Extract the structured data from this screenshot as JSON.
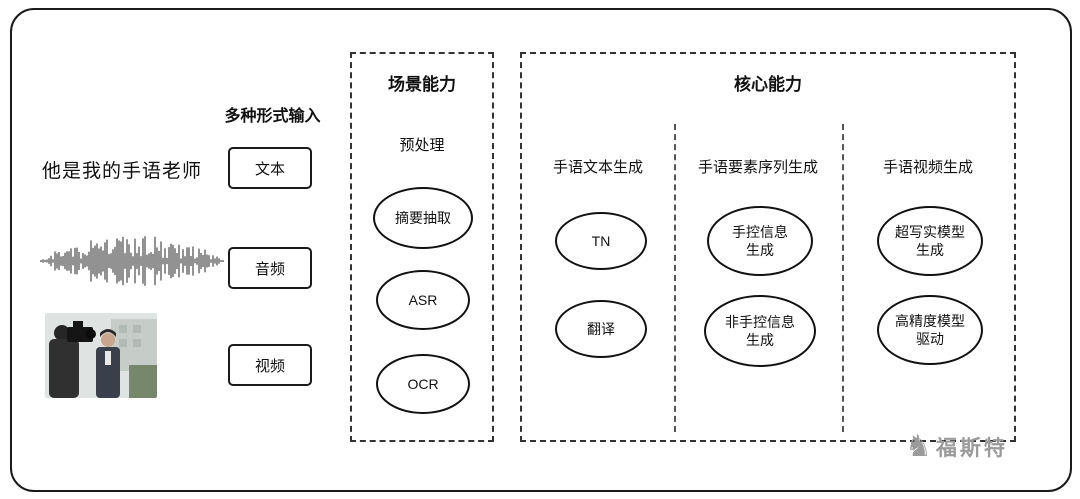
{
  "input_section": {
    "title": "多种形式输入",
    "text_example": "他是我的手语老师",
    "labels": {
      "text": "文本",
      "audio": "音频",
      "video": "视频"
    }
  },
  "scene_panel": {
    "title": "场景能力",
    "subtitle": "预处理",
    "nodes": [
      "摘要抽取",
      "ASR",
      "OCR"
    ]
  },
  "core_panel": {
    "title": "核心能力",
    "columns": [
      {
        "title": "手语文本生成",
        "nodes": [
          "TN",
          "翻译"
        ]
      },
      {
        "title": "手语要素序列生成",
        "nodes": [
          "手控信息\n生成",
          "非手控信息\n生成"
        ]
      },
      {
        "title": "手语视频生成",
        "nodes": [
          "超写实模型\n生成",
          "高精度模型\n驱动"
        ]
      }
    ]
  },
  "watermark": {
    "text": "福斯特",
    "icon": "knight-chess-piece"
  },
  "colors": {
    "line": "#1a1a1a",
    "watermark": "#9b9b9b"
  }
}
